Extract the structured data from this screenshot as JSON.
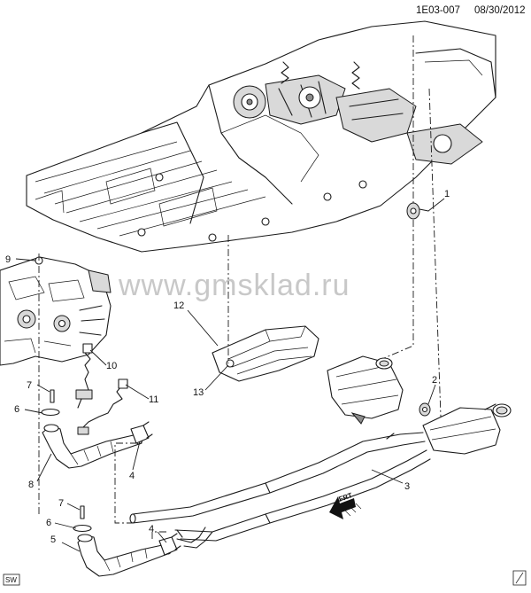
{
  "header": {
    "code": "1E03-007",
    "date": "08/30/2012"
  },
  "watermark": "www.gmsklad.ru",
  "badge": "SW",
  "direction_arrow": "FRT",
  "callouts": [
    {
      "id": "1",
      "label": "1"
    },
    {
      "id": "2",
      "label": "2"
    },
    {
      "id": "3",
      "label": "3"
    },
    {
      "id": "4a",
      "label": "4"
    },
    {
      "id": "4b",
      "label": "4"
    },
    {
      "id": "5",
      "label": "5"
    },
    {
      "id": "6a",
      "label": "6"
    },
    {
      "id": "6b",
      "label": "6"
    },
    {
      "id": "7a",
      "label": "7"
    },
    {
      "id": "7b",
      "label": "7"
    },
    {
      "id": "8",
      "label": "8"
    },
    {
      "id": "9",
      "label": "9"
    },
    {
      "id": "10",
      "label": "10"
    },
    {
      "id": "11",
      "label": "11"
    },
    {
      "id": "12",
      "label": "12"
    },
    {
      "id": "13",
      "label": "13"
    }
  ]
}
